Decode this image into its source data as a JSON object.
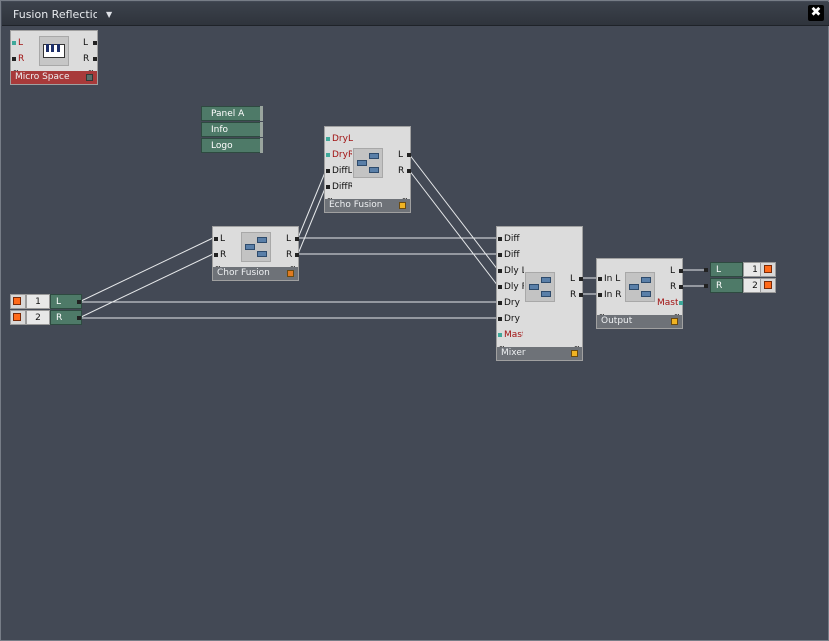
{
  "window": {
    "title": "Fusion Reflection",
    "close_glyph": "✖",
    "menu_glyph": "▼"
  },
  "micro_space": {
    "name": "Micro Space",
    "inputs": [
      "L",
      "R"
    ],
    "outputs": [
      "L",
      "R"
    ],
    "more": "..."
  },
  "panel_buttons": [
    "Panel A",
    "Info",
    "Logo"
  ],
  "echo_fusion": {
    "name": "Echo Fusion",
    "inputs": [
      "DryL",
      "DryR",
      "DiffL",
      "DiffR"
    ],
    "outputs": [
      "L",
      "R"
    ],
    "more": "..."
  },
  "chor_fusion": {
    "name": "Chor Fusion",
    "inputs": [
      "L",
      "R"
    ],
    "outputs": [
      "L",
      "R"
    ],
    "more": "..."
  },
  "mixer": {
    "name": "Mixer",
    "inputs": [
      "Diff",
      "Diff",
      "Dly L",
      "Dly R",
      "Dry",
      "Dry",
      "Mast"
    ],
    "outputs": [
      "L",
      "R"
    ],
    "more": "..."
  },
  "output": {
    "name": "Output",
    "inputs": [
      "In L",
      "In R"
    ],
    "outputs": [
      "L",
      "R",
      "Mast"
    ],
    "more": "..."
  },
  "audio_in": [
    {
      "num": "1",
      "label": "L"
    },
    {
      "num": "2",
      "label": "R"
    }
  ],
  "audio_out": [
    {
      "label": "L",
      "num": "1"
    },
    {
      "label": "R",
      "num": "2"
    }
  ]
}
